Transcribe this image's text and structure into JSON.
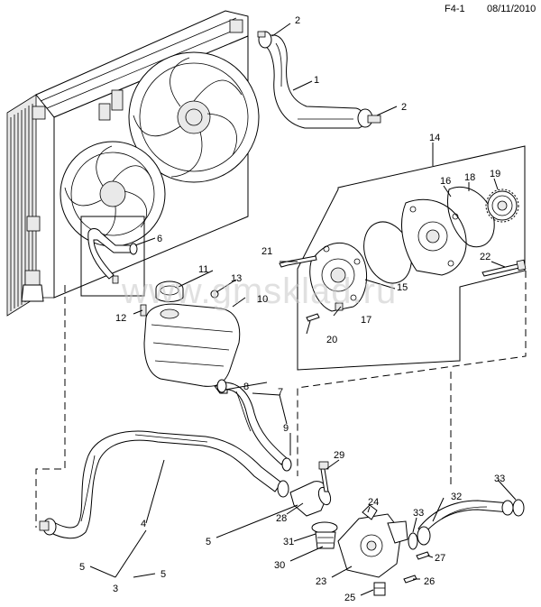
{
  "header": {
    "code": "F4-1",
    "date": "08/11/2010"
  },
  "watermark": "www.gmsklad.ru",
  "callouts": {
    "c1": "1",
    "c2a": "2",
    "c2b": "2",
    "c3": "3",
    "c4": "4",
    "c5a": "5",
    "c5b": "5",
    "c5c": "5",
    "c6": "6",
    "c7": "7",
    "c8": "8",
    "c9": "9",
    "c10": "10",
    "c11": "11",
    "c12": "12",
    "c13": "13",
    "c14": "14",
    "c15": "15",
    "c16": "16",
    "c17": "17",
    "c18": "18",
    "c19": "19",
    "c20": "20",
    "c21": "21",
    "c22": "22",
    "c23": "23",
    "c24": "24",
    "c25": "25",
    "c26": "26",
    "c27": "27",
    "c28": "28",
    "c29": "29",
    "c30": "30",
    "c31": "31",
    "c32": "32",
    "c33a": "33",
    "c33b": "33"
  }
}
